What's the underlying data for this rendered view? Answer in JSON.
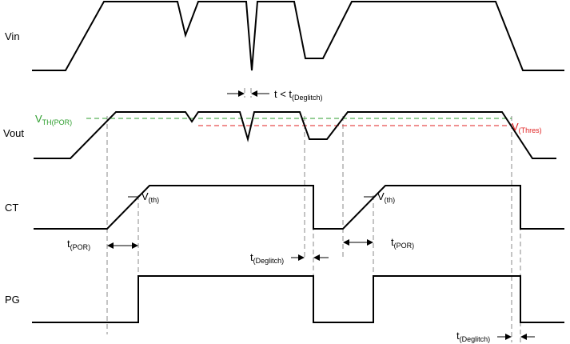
{
  "signals": {
    "vin": "Vin",
    "vout": "Vout",
    "ct": "CT",
    "pg": "PG"
  },
  "thresholds": {
    "vth_por": {
      "main": "V",
      "sub": "TH(POR)",
      "color": "#2e9e2e"
    },
    "v_thres": {
      "main": "V",
      "sub": "(Thres)",
      "color": "#e02020"
    }
  },
  "annotations": {
    "glitch": {
      "main": "t < t",
      "sub": "(Deglitch)"
    },
    "vth_1": {
      "main": "V",
      "sub": "(th)"
    },
    "vth_2": {
      "main": "V",
      "sub": "(th)"
    },
    "tpor_1": {
      "main": "t",
      "sub": "(POR)"
    },
    "tpor_2": {
      "main": "t",
      "sub": "(POR)"
    },
    "tdeglitch_1": {
      "main": "t",
      "sub": "(Deglitch)"
    },
    "tdeglitch_2": {
      "main": "t",
      "sub": "(Deglitch)"
    }
  }
}
